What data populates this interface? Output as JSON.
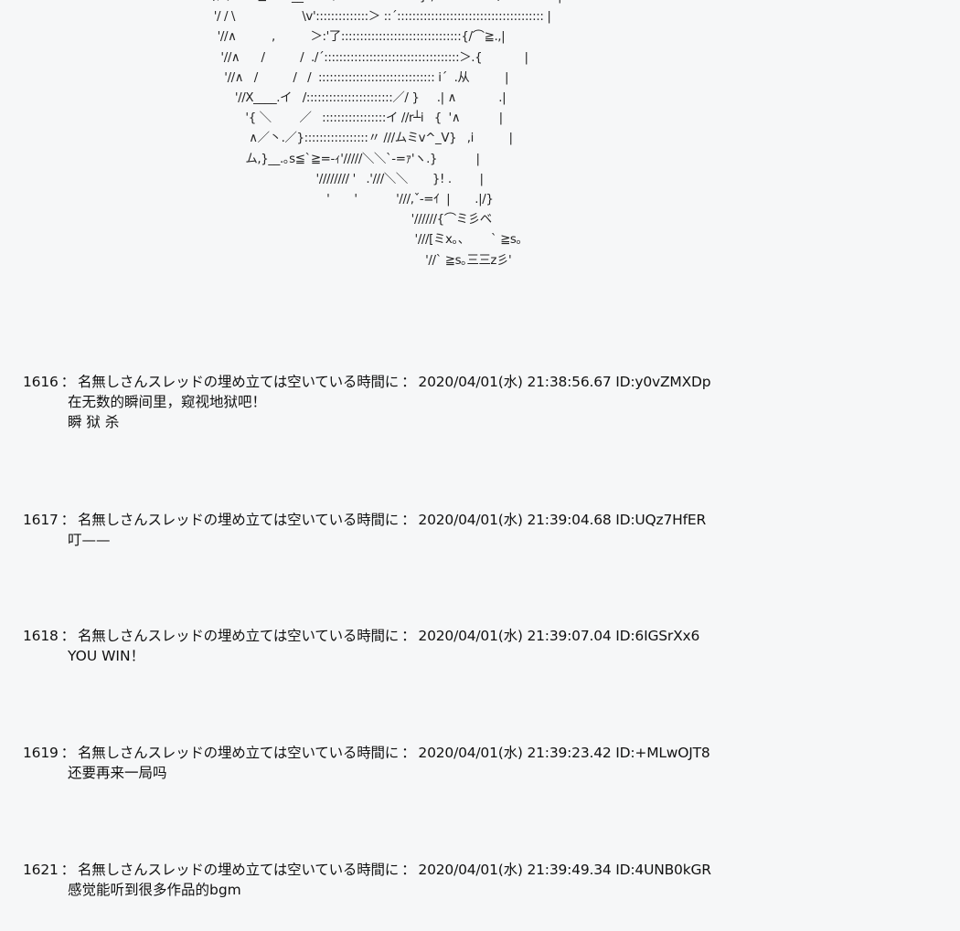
{
  "ascii_art": " '/八        ≧=-  :__丶     ／ :::::::::::::::::::} , :::＜  ::::::::/:::::::::::::: |\n  '/ / \\                   \\v'::::::::::::::＞ ::´::::::::::::::::::::::::::::::::::::::: |\n   '//∧          ,          ＞:'了::::::::::::::::::::::::::::::::{/⌒≧.,|\n    '//∧      /          /  ./´::::::::::::::::::::::::::::::::::::＞.{            |\n     '//∧   /          /   /  ::::::::::::::::::::::::::::::: i´  .从          |\n        '//X____.イ   /:::::::::::::::::::::::／/ }     .| ∧            .|\n           '{ ＼        ／   :::::::::::::::::イ //r┴i   {  '∧           |\n            ∧／丶.／}:::::::::::::::::〃 ///ムミv^_V}   ,i          |\n           ム,}__.｡s≦`≧=‐ｨ'/////＼＼`‐=ｧ'ヽ.}           |\n                               '//////// '   .'///＼＼       }! .        |\n                                  '       '           '///,ˇ‐=ｲ  |       .|/}\n                                                          '//////{⌒ミ彡ベ\n                                                           '///[ミx｡、      ` ≧s｡\n                                                              '//` ≧s｡三三z彡'",
  "posts": [
    {
      "number": "1616",
      "sep": "：",
      "name": "名無しさんスレッドの埋め立ては空いている時間に",
      "sep2": "：",
      "datetime": "2020/04/01(水) 21:38:56.67",
      "id": "ID:y0vZMXDp",
      "body": "在无数的瞬间里，窥视地狱吧！\n瞬 狱 杀"
    },
    {
      "number": "1617",
      "sep": "：",
      "name": "名無しさんスレッドの埋め立ては空いている時間に",
      "sep2": "：",
      "datetime": "2020/04/01(水) 21:39:04.68",
      "id": "ID:UQz7HfER",
      "body": "叮——"
    },
    {
      "number": "1618",
      "sep": "：",
      "name": "名無しさんスレッドの埋め立ては空いている時間に",
      "sep2": "：",
      "datetime": "2020/04/01(水) 21:39:07.04",
      "id": "ID:6IGSrXx6",
      "body": "YOU WIN！"
    },
    {
      "number": "1619",
      "sep": "：",
      "name": "名無しさんスレッドの埋め立ては空いている時間に",
      "sep2": "：",
      "datetime": "2020/04/01(水) 21:39:23.42",
      "id": "ID:+MLwOJT8",
      "body": "还要再来一局吗"
    },
    {
      "number": "1621",
      "sep": "：",
      "name": "名無しさんスレッドの埋め立ては空いている時間に",
      "sep2": "：",
      "datetime": "2020/04/01(水) 21:39:49.34",
      "id": "ID:4UNB0kGR",
      "body": "感觉能听到很多作品的bgm"
    }
  ]
}
